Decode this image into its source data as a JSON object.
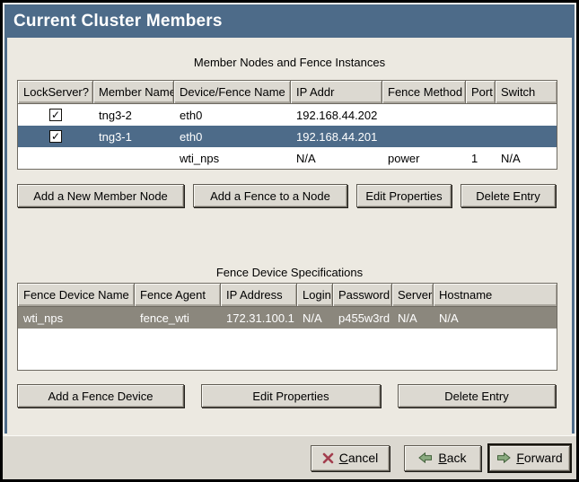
{
  "window": {
    "title": "Current Cluster Members"
  },
  "member_table": {
    "caption": "Member Nodes and Fence Instances",
    "columns": [
      "LockServer?",
      "Member Name",
      "Device/Fence Name",
      "IP Addr",
      "Fence Method",
      "Port",
      "Switch"
    ],
    "rows": [
      {
        "lock_server": true,
        "member_name": "tng3-2",
        "device_fence_name": "eth0",
        "ip_addr": "192.168.44.202",
        "fence_method": "",
        "port": "",
        "switch": "",
        "selected": false
      },
      {
        "lock_server": true,
        "member_name": "tng3-1",
        "device_fence_name": "eth0",
        "ip_addr": "192.168.44.201",
        "fence_method": "",
        "port": "",
        "switch": "",
        "selected": true
      },
      {
        "lock_server": false,
        "member_name": "",
        "device_fence_name": "wti_nps",
        "ip_addr": "N/A",
        "fence_method": "power",
        "port": "1",
        "switch": "N/A",
        "selected": false
      }
    ],
    "buttons": [
      "Add a New Member Node",
      "Add a Fence to a Node",
      "Edit Properties",
      "Delete Entry"
    ]
  },
  "fence_table": {
    "caption": "Fence Device Specifications",
    "columns": [
      "Fence Device Name",
      "Fence Agent",
      "IP Address",
      "Login",
      "Password",
      "Server",
      "Hostname"
    ],
    "rows": [
      {
        "fence_device_name": "wti_nps",
        "fence_agent": "fence_wti",
        "ip_address": "172.31.100.1",
        "login": "N/A",
        "password": "p455w3rd",
        "server": "N/A",
        "hostname": "N/A",
        "selected": true
      }
    ],
    "buttons": [
      "Add a Fence Device",
      "Edit Properties",
      "Delete Entry"
    ]
  },
  "actions": {
    "cancel": "Cancel",
    "back": "Back",
    "forward": "Forward"
  },
  "icons": {
    "checkbox_check": "✓",
    "cancel_x": "red-x",
    "back_arrow": "green-arrow-left",
    "forward_arrow": "green-arrow-right"
  },
  "colors": {
    "accent_blue": "#4d6b89",
    "content_bg": "#ece9e1",
    "action_area_bg": "#dbd8d0",
    "header_cell_bg": "#dcd9d1",
    "inactive_selection_gray": "#8b877d",
    "cancel_red": "#a33e4e",
    "arrow_green": "#8aab80",
    "selected_text": "#ffffff"
  }
}
